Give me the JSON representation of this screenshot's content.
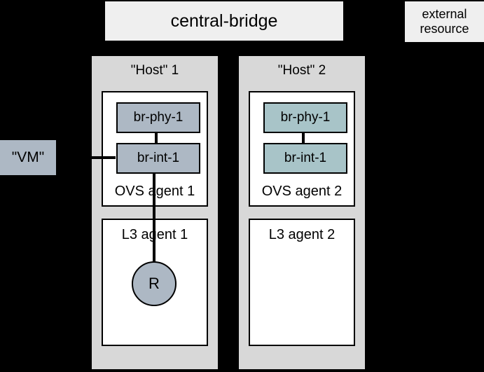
{
  "diagram": {
    "title": "central-bridge",
    "central_bridge": {
      "label": "central-bridge"
    },
    "external_resource": {
      "line1": "external",
      "line2": "resource"
    },
    "vm": {
      "label": "\"VM\""
    },
    "hosts": [
      {
        "label": "\"Host\" 1",
        "ovs_agent_label": "OVS agent 1",
        "l3_agent_label": "L3 agent 1",
        "bridges": [
          {
            "label": "br-phy-1"
          },
          {
            "label": "br-int-1"
          }
        ],
        "router": {
          "label": "R"
        }
      },
      {
        "label": "\"Host\" 2",
        "ovs_agent_label": "OVS agent 2",
        "l3_agent_label": "L3 agent 2",
        "bridges": [
          {
            "label": "br-phy-1"
          },
          {
            "label": "br-int-1"
          }
        ],
        "router": null
      }
    ],
    "colors": {
      "background": "#000000",
      "central_bridge_fill": "#efefef",
      "external_resource_fill": "#efefef",
      "host_fill": "#d8d8d8",
      "agent_fill": "#ffffff",
      "bridge_host1_fill": "#adb8c4",
      "bridge_host2_fill": "#a8c4c8",
      "vm_fill": "#adb8c4",
      "router_fill": "#adb8c4",
      "line": "#000000"
    },
    "connections": [
      {
        "from": "central-bridge",
        "to": "host-1-br-phy-1"
      },
      {
        "from": "central-bridge",
        "to": "host-2-br-phy-1"
      },
      {
        "from": "host-1-br-phy-1",
        "to": "host-1-br-int-1"
      },
      {
        "from": "host-2-br-phy-1",
        "to": "host-2-br-int-1"
      },
      {
        "from": "vm",
        "to": "host-1-br-int-1"
      },
      {
        "from": "host-1-br-int-1",
        "to": "host-1-router"
      }
    ]
  }
}
